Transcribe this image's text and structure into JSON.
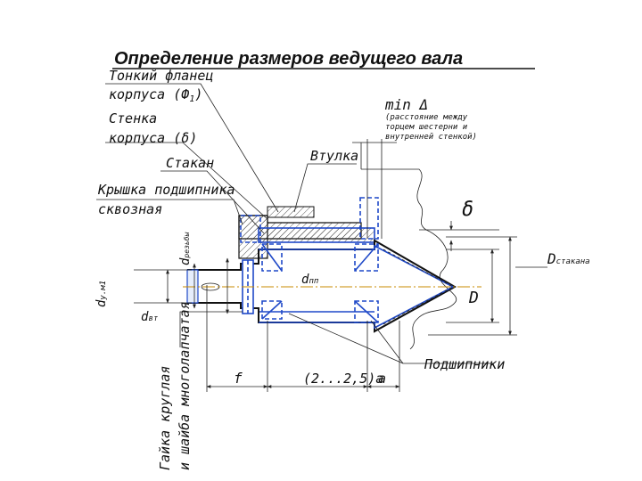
{
  "title": "Определение размеров ведущего вала",
  "labels": {
    "thin_flange_1": "Тонкий фланец",
    "thin_flange_2": "корпуса (Ф",
    "thin_flange_sub": "1",
    "thin_flange_close": ")",
    "wall_1": "Стенка",
    "wall_2": "корпуса (",
    "wall_sym": "δ",
    "wall_close": ")",
    "cup": "Стакан",
    "bushing": "Втулка",
    "cover_1": "Крышка подшипника",
    "cover_2": "сквозная",
    "min_delta": "min Δ",
    "note_1": "(расстояние между",
    "note_2": "торцем шестерни и",
    "note_3": "внутренней стенкой)",
    "delta": "δ",
    "d_cup": "D",
    "d_cup_sub": "стакана",
    "d_big": "D",
    "d_thread": "d",
    "d_thread_sub": "резьбы",
    "d_um": "d",
    "d_um_sub": "у.м1",
    "d_bt": "d",
    "d_bt_sub": "вт",
    "d_pp": "d",
    "d_pp_sub": "пп",
    "f": "f",
    "range_a": "(2...2,5)a",
    "a": "a",
    "bearings": "Подшипники",
    "nut_1": "Гайка круглая",
    "nut_2": "и шайба многолапчатая"
  }
}
